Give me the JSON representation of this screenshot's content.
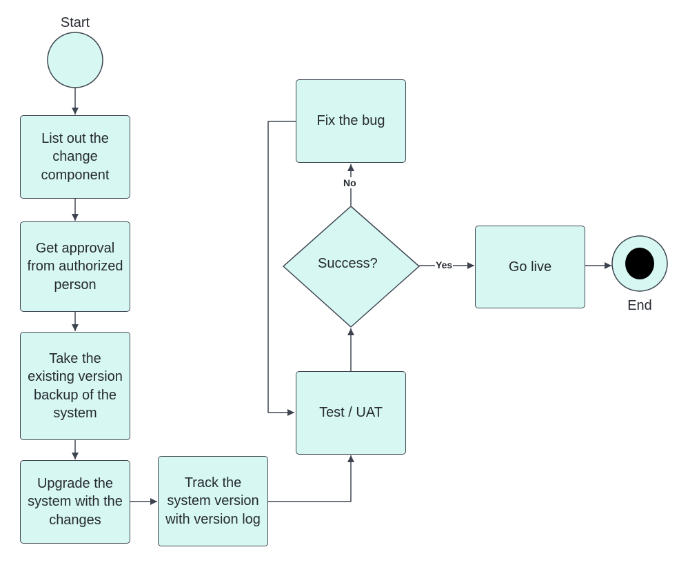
{
  "diagram": {
    "start_label": "Start",
    "end_label": "End",
    "nodes": {
      "list_out": "List out the change component",
      "get_approval": "Get approval from authorized person",
      "take_backup": "Take the existing version backup of the system",
      "upgrade": "Upgrade the system with the changes",
      "track": "Track the system version with version log",
      "test_uat": "Test / UAT",
      "success": "Success?",
      "fix_bug": "Fix the bug",
      "go_live": "Go live"
    },
    "edge_labels": {
      "no": "No",
      "yes": "Yes"
    },
    "colors": {
      "node_fill": "#d6f7f2",
      "stroke": "#3d4450",
      "end_dot": "#000000"
    }
  }
}
